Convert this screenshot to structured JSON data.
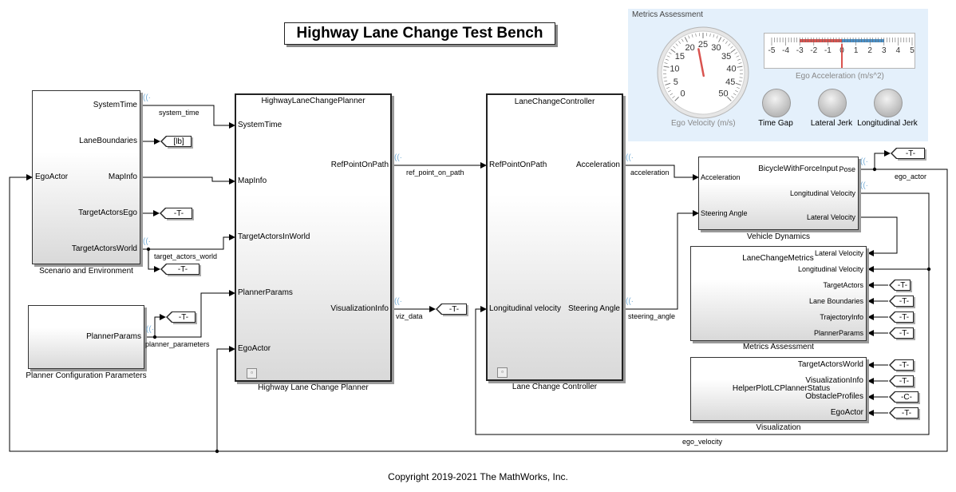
{
  "title": "Highway Lane Change Test Bench",
  "copyright": "Copyright 2019-2021 The MathWorks, Inc.",
  "colors": {
    "dashboard_bg": "#e4f0fb",
    "gauge_needle": "#d9534f",
    "accel_negative": "#d9534f",
    "accel_positive": "#4a90c8"
  },
  "scenario": {
    "name": "Scenario and Environment",
    "inputs": [
      "EgoActor"
    ],
    "outputs": [
      "SystemTime",
      "LaneBoundaries",
      "MapInfo",
      "TargetActorsEgo",
      "TargetActorsWorld"
    ]
  },
  "planner_config": {
    "name": "Planner Configuration Parameters",
    "outputs": [
      "PlannerParams"
    ]
  },
  "planner": {
    "header": "HighwayLaneChangePlanner",
    "name": "Highway Lane Change Planner",
    "inputs": [
      "SystemTime",
      "MapInfo",
      "TargetActorsInWorld",
      "PlannerParams",
      "EgoActor"
    ],
    "outputs": [
      "RefPointOnPath",
      "VisualizationInfo"
    ]
  },
  "controller": {
    "header": "LaneChangeController",
    "name": "Lane Change Controller",
    "inputs": [
      "RefPointOnPath",
      "Longitudinal velocity"
    ],
    "outputs": [
      "Acceleration",
      "Steering Angle"
    ]
  },
  "vehicle": {
    "header": "BicycleWithForceInput",
    "name": "Vehicle Dynamics",
    "inputs": [
      "Acceleration",
      "Steering Angle"
    ],
    "outputs": [
      "Pose",
      "Longitudinal Velocity",
      "Lateral Velocity"
    ]
  },
  "metrics": {
    "header": "LaneChangeMetrics",
    "name": "Metrics Assessment",
    "inputs": [
      "Lateral Velocity",
      "Longitudinal Velocity",
      "TargetActors",
      "Lane Boundaries",
      "TrajectoryInfo",
      "PlannerParams"
    ]
  },
  "visualization": {
    "header": "HelperPlotLCPlannerStatus",
    "name": "Visualization",
    "inputs": [
      "TargetActorsWorld",
      "VisualizationInfo",
      "ObstacleProfiles",
      "EgoActor"
    ]
  },
  "tags": {
    "lane_boundaries": "[lb]",
    "target_actors_ego": "-T-",
    "target_actors_world": "-T-",
    "planner_params": "-T-",
    "viz_data": "-T-",
    "ego_actor": "-T-",
    "m_target_actors": "-T-",
    "m_lane_boundaries": "-T-",
    "m_trajectory": "-T-",
    "m_planner_params": "-T-",
    "v_target_world": "-T-",
    "v_viz_info": "-T-",
    "v_obstacle": "-C-",
    "v_ego_actor": "-T-"
  },
  "signals": {
    "system_time": "system_time",
    "target_actors_world": "target_actors_world",
    "planner_parameters": "planner_parameters",
    "ref_point_on_path": "ref_point_on_path",
    "viz_data": "viz_data",
    "acceleration": "acceleration",
    "steering_angle": "steering_angle",
    "ego_actor": "ego_actor",
    "ego_velocity": "ego_velocity"
  },
  "dashboard": {
    "title": "Metrics Assessment",
    "velocity_gauge": {
      "label": "Ego Velocity (m/s)",
      "ticks": [
        "0",
        "5",
        "10",
        "15",
        "20",
        "25",
        "30",
        "35",
        "40",
        "45",
        "50"
      ],
      "value": 23
    },
    "accel_gauge": {
      "label": "Ego Acceleration (m/s^2)",
      "ticks": [
        "-5",
        "-4",
        "-3",
        "-2",
        "-1",
        "0",
        "1",
        "2",
        "3",
        "4",
        "5"
      ],
      "value": 0
    },
    "lamps": [
      {
        "label": "Time Gap"
      },
      {
        "label": "Lateral Jerk"
      },
      {
        "label": "Longitudinal Jerk"
      }
    ]
  }
}
